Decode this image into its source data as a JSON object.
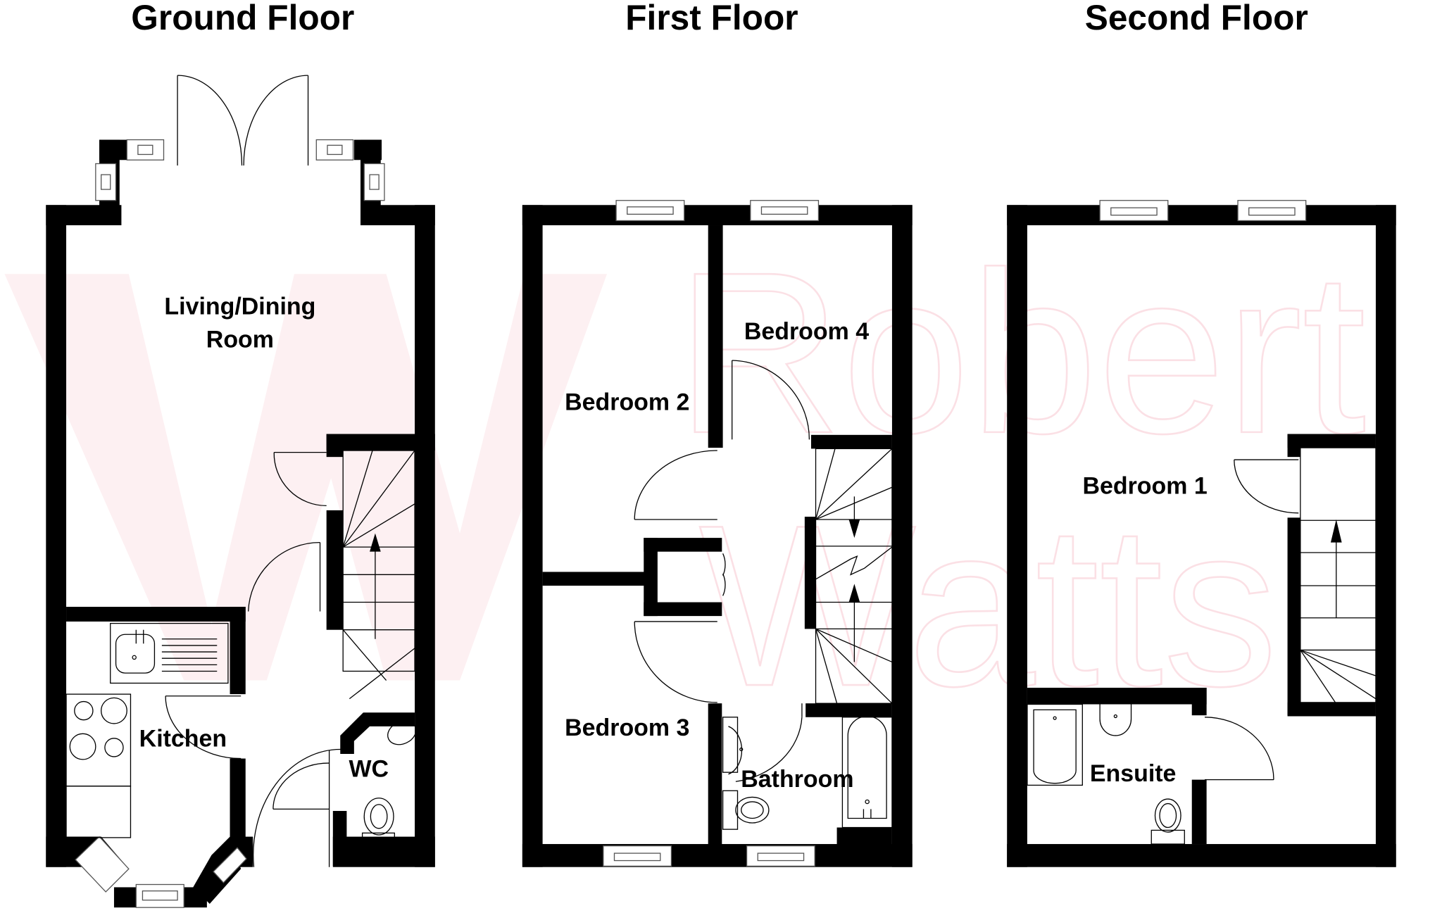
{
  "floors": [
    {
      "title": "Ground Floor",
      "rooms": [
        {
          "label_lines": [
            "Living/Dining",
            "Room"
          ]
        },
        {
          "label_lines": [
            "Kitchen"
          ]
        },
        {
          "label_lines": [
            "WC"
          ]
        }
      ]
    },
    {
      "title": "First Floor",
      "rooms": [
        {
          "label_lines": [
            "Bedroom 2"
          ]
        },
        {
          "label_lines": [
            "Bedroom 4"
          ]
        },
        {
          "label_lines": [
            "Bedroom 3"
          ]
        },
        {
          "label_lines": [
            "Bathroom"
          ]
        }
      ]
    },
    {
      "title": "Second Floor",
      "rooms": [
        {
          "label_lines": [
            "Bedroom 1"
          ]
        },
        {
          "label_lines": [
            "Ensuite"
          ]
        }
      ]
    }
  ],
  "watermark": {
    "logo": "W",
    "text_line1": "Robert",
    "text_line2": "Watts",
    "color": "#fdf0f2"
  },
  "colors": {
    "wall": "#000000",
    "background": "#ffffff",
    "fixture_line": "#000000"
  }
}
